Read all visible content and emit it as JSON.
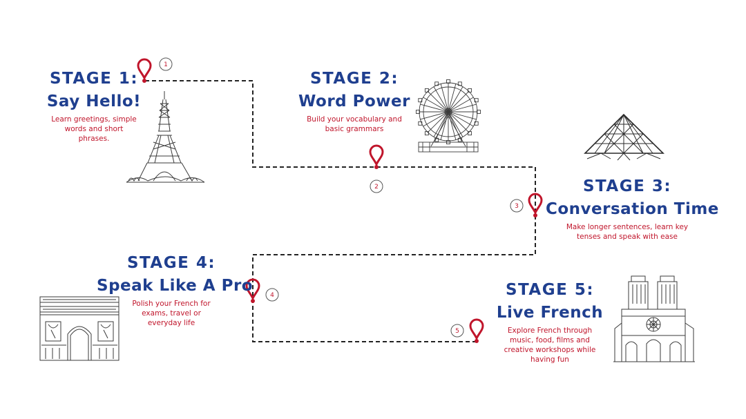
{
  "colors": {
    "heading": "#1f3f8f",
    "description": "#c0152b",
    "pin": "#c0152b",
    "path": "#222222",
    "sketch": "#3a3a3a"
  },
  "stages": [
    {
      "number": "1",
      "heading": "STAGE 1:",
      "subtitle": "Say Hello!",
      "description": "Learn greetings, simple words and short phrases.",
      "landmark": "eiffel-tower"
    },
    {
      "number": "2",
      "heading": "STAGE 2:",
      "subtitle": "Word Power",
      "description": "Build your vocabulary and basic grammars",
      "landmark": "ferris-wheel"
    },
    {
      "number": "3",
      "heading": "STAGE 3:",
      "subtitle": "Conversation Time",
      "description": "Make longer sentences, learn key tenses and speak with ease",
      "landmark": "louvre-pyramid"
    },
    {
      "number": "4",
      "heading": "STAGE 4:",
      "subtitle": "Speak Like A Pro",
      "description": "Polish your French for exams, travel or everyday life",
      "landmark": "arc-de-triomphe"
    },
    {
      "number": "5",
      "heading": "STAGE 5:",
      "subtitle": "Live French",
      "description": "Explore French through music, food, films and creative workshops while having fun",
      "landmark": "notre-dame"
    }
  ]
}
